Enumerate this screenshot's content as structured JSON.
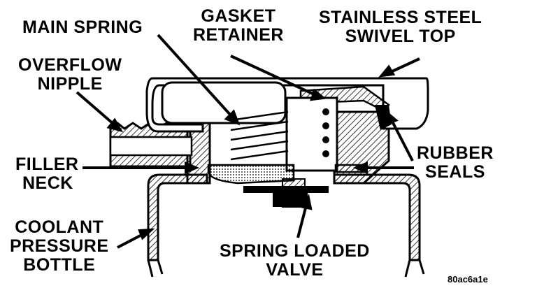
{
  "labels": {
    "main_spring": "MAIN SPRING",
    "gasket_retainer": [
      "GASKET",
      "RETAINER"
    ],
    "swivel_top": [
      "STAINLESS STEEL",
      "SWIVEL TOP"
    ],
    "overflow_nipple": [
      "OVERFLOW",
      "NIPPLE"
    ],
    "filler_neck": [
      "FILLER",
      "NECK"
    ],
    "rubber_seals": [
      "RUBBER",
      "SEALS"
    ],
    "coolant_bottle": [
      "COOLANT",
      "PRESSURE",
      "BOTTLE"
    ],
    "spring_valve": [
      "SPRING LOADED",
      "VALVE"
    ]
  },
  "reference_code": "80ac6a1e"
}
